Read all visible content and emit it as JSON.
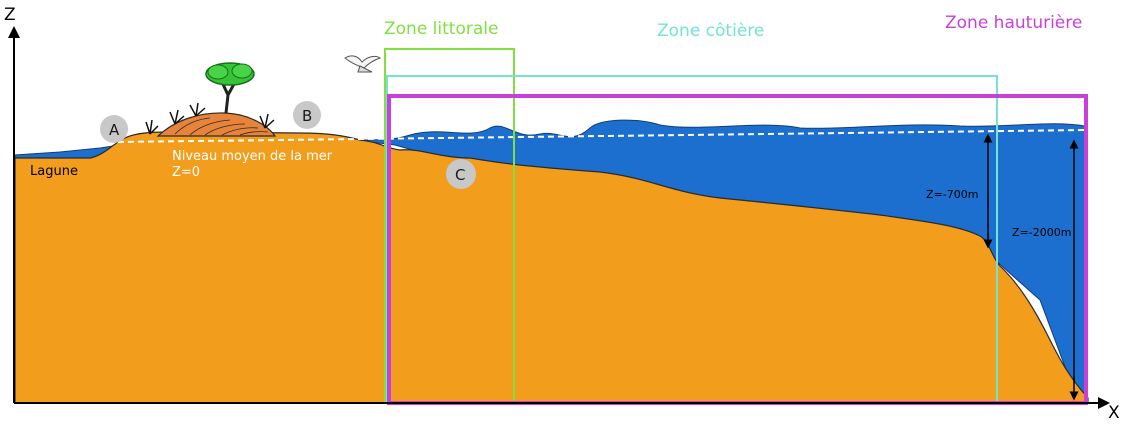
{
  "colors": {
    "land": "#f39d1c",
    "land_stroke": "#2b2b2b",
    "sea": "#1d6fcf",
    "sea_stroke": "#123e7a",
    "littoral": "#80e040",
    "cotiere": "#73e3d2",
    "hauturiere": "#c840d8",
    "marker": "#c8c8c8",
    "island_fill": "#e8843a",
    "tree_green": "#36c436"
  },
  "axes": {
    "z_label": "Z",
    "x_label": "X"
  },
  "zones": {
    "littoral": "Zone littorale",
    "cotiere": "Zone côtière",
    "hauturiere": "Zone hauturière"
  },
  "labels": {
    "lagune": "Lagune",
    "sea_level": "Niveau moyen de la mer",
    "z_zero": "Z=0",
    "depth_700": "Z=-700m",
    "depth_2000": "Z=-2000m"
  },
  "markers": {
    "a": "A",
    "b": "B",
    "c": "C"
  },
  "icons": [
    "tree-icon",
    "seagull-icon",
    "grass-tuft-icon"
  ]
}
